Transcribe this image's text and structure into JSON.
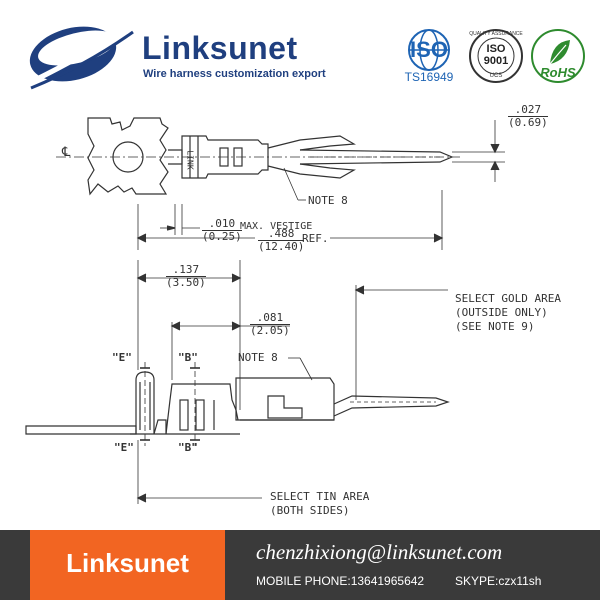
{
  "header": {
    "brand_name": "Linksunet",
    "tagline": "Wire harness customization export",
    "certifications": {
      "iso_label": "ISO",
      "iso_standard": "TS16949",
      "iso9001_label": "ISO",
      "iso9001_number": "9001",
      "iso9001_ring": "QUALITY ASSURANCE",
      "iso9001_mark": "UCS",
      "rohs_label": "RoHS"
    }
  },
  "drawing": {
    "centerline_symbol": "℄",
    "part_marking": "LINK",
    "dim_027": {
      "inch": ".027",
      "mm": "(0.69)"
    },
    "dim_010": {
      "inch": ".010",
      "mm": "(0.25)",
      "label": "MAX. VESTIGE"
    },
    "dim_488": {
      "inch": ".488",
      "mm": "(12.40)",
      "label": "REF."
    },
    "dim_137": {
      "inch": ".137",
      "mm": "(3.50)"
    },
    "dim_081": {
      "inch": ".081",
      "mm": "(2.05)"
    },
    "note8_top": "NOTE 8",
    "note8_side": "NOTE 8",
    "section_e_top": "\"E\"",
    "section_e_bottom": "\"E\"",
    "section_b_top": "\"B\"",
    "section_b_bottom": "\"B\"",
    "gold_area": [
      "SELECT GOLD AREA",
      "(OUTSIDE ONLY)",
      "(SEE NOTE 9)"
    ],
    "tin_area": [
      "SELECT TIN AREA",
      "(BOTH SIDES)"
    ]
  },
  "footer": {
    "brand": "Linksunet",
    "email": "chenzhixiong@linksunet.com",
    "mobile": "MOBILE PHONE:13641965642",
    "skype": "SKYPE:czx11sh"
  },
  "colors": {
    "brand_blue": "#1f3f7f",
    "footer_orange": "#f26522",
    "footer_dark": "#3a3a3a",
    "iso_blue": "#1e64b4",
    "rohs_green": "#2e8b2e"
  }
}
